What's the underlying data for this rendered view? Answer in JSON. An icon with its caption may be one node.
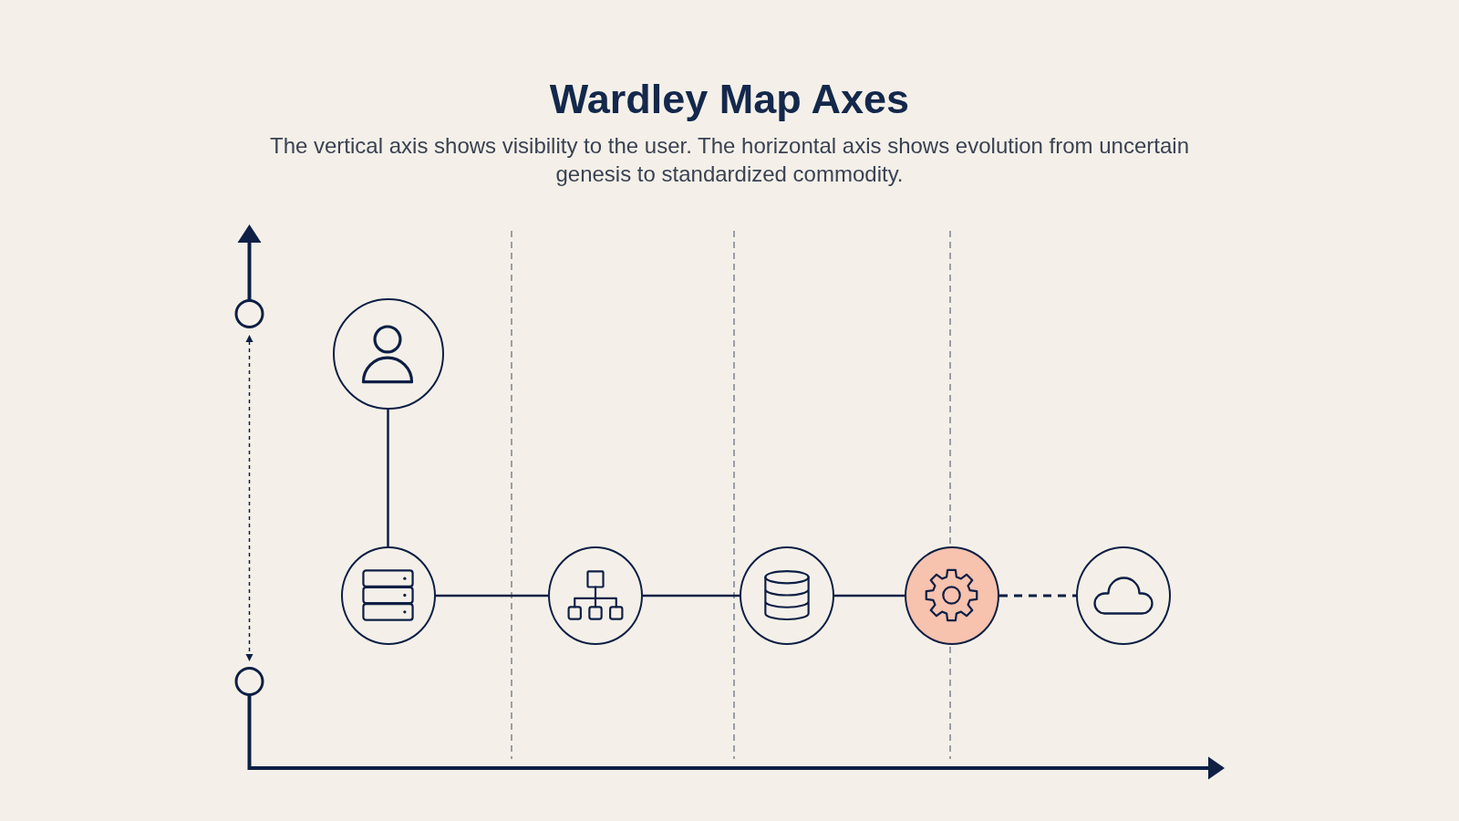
{
  "diagram": {
    "title": "Wardley Map Axes",
    "caption": "The vertical axis shows visibility to the user. The horizontal axis shows evolution from uncertain genesis to standardized commodity.",
    "nodes": [
      {
        "text": [],
        "shape": "circle"
      },
      {
        "text": [],
        "shape": "circle"
      },
      {
        "text": [],
        "shape": "circle"
      },
      {
        "text": [],
        "shape": "circle"
      },
      {
        "text": [],
        "shape": "circle"
      },
      {
        "text": [],
        "shape": "circle"
      }
    ],
    "edges": [
      {
        "from": 0,
        "to": 1,
        "arrow": "none"
      },
      {
        "from": 1,
        "to": 2,
        "arrow": "none"
      },
      {
        "from": 2,
        "to": 3,
        "arrow": "none"
      },
      {
        "from": 3,
        "to": 4,
        "arrow": "none"
      },
      {
        "from": 4,
        "to": 5,
        "arrow": "none",
        "style": "dashed"
      }
    ]
  }
}
